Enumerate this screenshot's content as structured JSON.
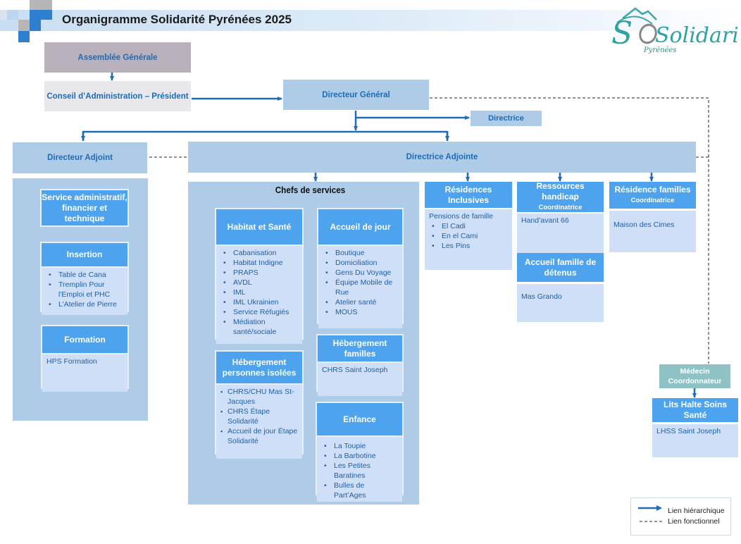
{
  "header": {
    "title": "Organigramme Solidarité Pyrénées 2025",
    "logo_text": "Solidarité",
    "logo_subtext": "Pyrénées"
  },
  "colors": {
    "connector": "#1f6bb5",
    "box_light": "#aecbe8",
    "card_header": "#4da3ee",
    "card_body": "#cfdff7",
    "text_blue": "#1f6bb5",
    "assemblee": "#b8b0bb",
    "medecin": "#8fc2c4"
  },
  "governance": {
    "assemblee": "Assemblée Générale",
    "conseil": "Conseil d’Administration – Président"
  },
  "direction": {
    "directeur_general": "Directeur Général",
    "directrice": "Directrice",
    "directeur_adjoint": "Directeur Adjoint",
    "directrice_adjointe": "Directrice Adjointe"
  },
  "left_panel": {
    "admin": "Service administratif, financier et technique",
    "insertion": {
      "title": "Insertion",
      "items": [
        "Table de Cana",
        "Tremplin Pour l'Emploi et PHC",
        "L’Atelier de Pierre"
      ]
    },
    "formation": {
      "title": "Formation",
      "items": [
        "HPS Formation"
      ]
    }
  },
  "chefs_de_services": {
    "title": "Chefs de services",
    "habitat": {
      "title": "Habitat et Santé",
      "items": [
        "Cabanisation",
        "Habitat Indigne",
        "PRAPS",
        "AVDL",
        "IML",
        "IML Ukrainien",
        "Service Réfugiés",
        "Médiation santé/sociale"
      ]
    },
    "accueil_jour": {
      "title": "Accueil de jour",
      "items": [
        "Boutique",
        "Domiciliation",
        "Gens Du Voyage",
        "Équipe Mobile de Rue",
        "Atelier santé",
        "MOUS"
      ]
    },
    "heb_familles": {
      "title": "Hébergement familles",
      "items": [
        "CHRS Saint Joseph"
      ]
    },
    "heb_isolees": {
      "title": "Hébergement personnes isolées",
      "items": [
        "CHRS/CHU Mas St-Jacques",
        "CHRS Étape Solidarité",
        "Accueil de jour Étape Solidarité"
      ]
    },
    "enfance": {
      "title": "Enfance",
      "items": [
        "La Toupie",
        "La Barbotine",
        "Les Petites Baratines",
        "Bulles de Part’Ages"
      ]
    }
  },
  "right_services": {
    "residences": {
      "title": "Résidences Inclusives",
      "intro": "Pensions de famille",
      "items": [
        "El Cadi",
        "En el Cami",
        "Les Pins"
      ]
    },
    "handicap": {
      "title": "Ressources handicap",
      "subtitle": "Coordinatrice",
      "items": [
        "Hand’avant 66"
      ]
    },
    "detenus": {
      "title": "Accueil famille de détenus",
      "items": [
        "Mas Grando"
      ]
    },
    "res_familles": {
      "title": "Résidence familles",
      "subtitle": "Coordinatrice",
      "items": [
        "Maison des Cimes"
      ]
    },
    "medecin": "Médecin Coordonnateur",
    "lhss": {
      "title": "Lits Halte Soins Santé",
      "items": [
        "LHSS Saint Joseph"
      ]
    }
  },
  "legend": {
    "hierarchique": "Lien hiérarchique",
    "fonctionnel": "Lien fonctionnel"
  }
}
